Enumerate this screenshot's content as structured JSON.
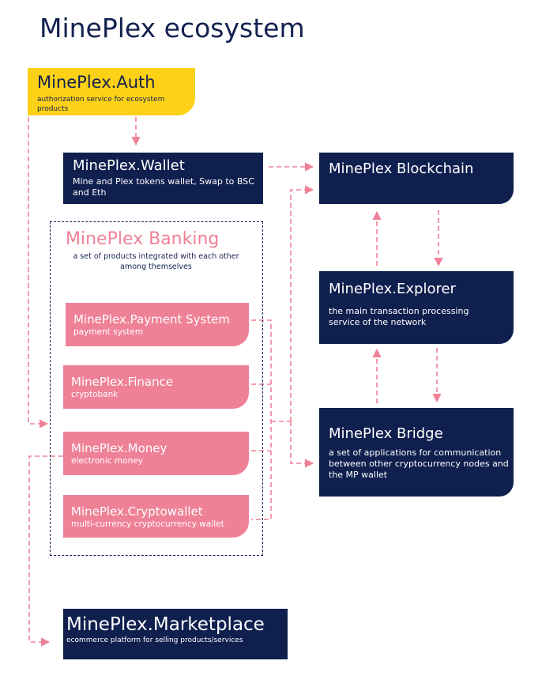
{
  "page": {
    "title": "MinePlex ecosystem"
  },
  "auth": {
    "title": "MinePlex.Auth",
    "description": "authorization service for ecosystem products"
  },
  "wallet": {
    "title": "MinePlex.Wallet",
    "description": "Mine and Plex tokens wallet, Swap to BSC and Eth"
  },
  "blockchain": {
    "title": "MinePlex Blockchain"
  },
  "banking": {
    "title": "MinePlex Banking",
    "description": "a set of products integrated with each other among themselves"
  },
  "payment": {
    "title": "MinePlex.Payment System",
    "description": "payment system"
  },
  "finance": {
    "title": "MinePlex.Finance",
    "description": "cryptobank"
  },
  "money": {
    "title": "MinePlex.Money",
    "description": "electronic money"
  },
  "cryptowallet": {
    "title": "MinePlex.Cryptowallet",
    "description": "multi-currency cryptocurrency wallet"
  },
  "explorer": {
    "title": "MinePlex.Explorer",
    "description": "the main transaction processing service of the network"
  },
  "bridge": {
    "title": "MinePlex Bridge",
    "description": "a set of applications for communication between other cryptocurrency nodes and the MP wallet"
  },
  "marketplace": {
    "title": "MinePlex.Marketplace",
    "description": "ecommerce platform for selling products/services"
  },
  "colors": {
    "navy": "#0f1f4e",
    "pink": "#ef8197",
    "yellow": "#fcd116",
    "connector": "#ef8197"
  }
}
